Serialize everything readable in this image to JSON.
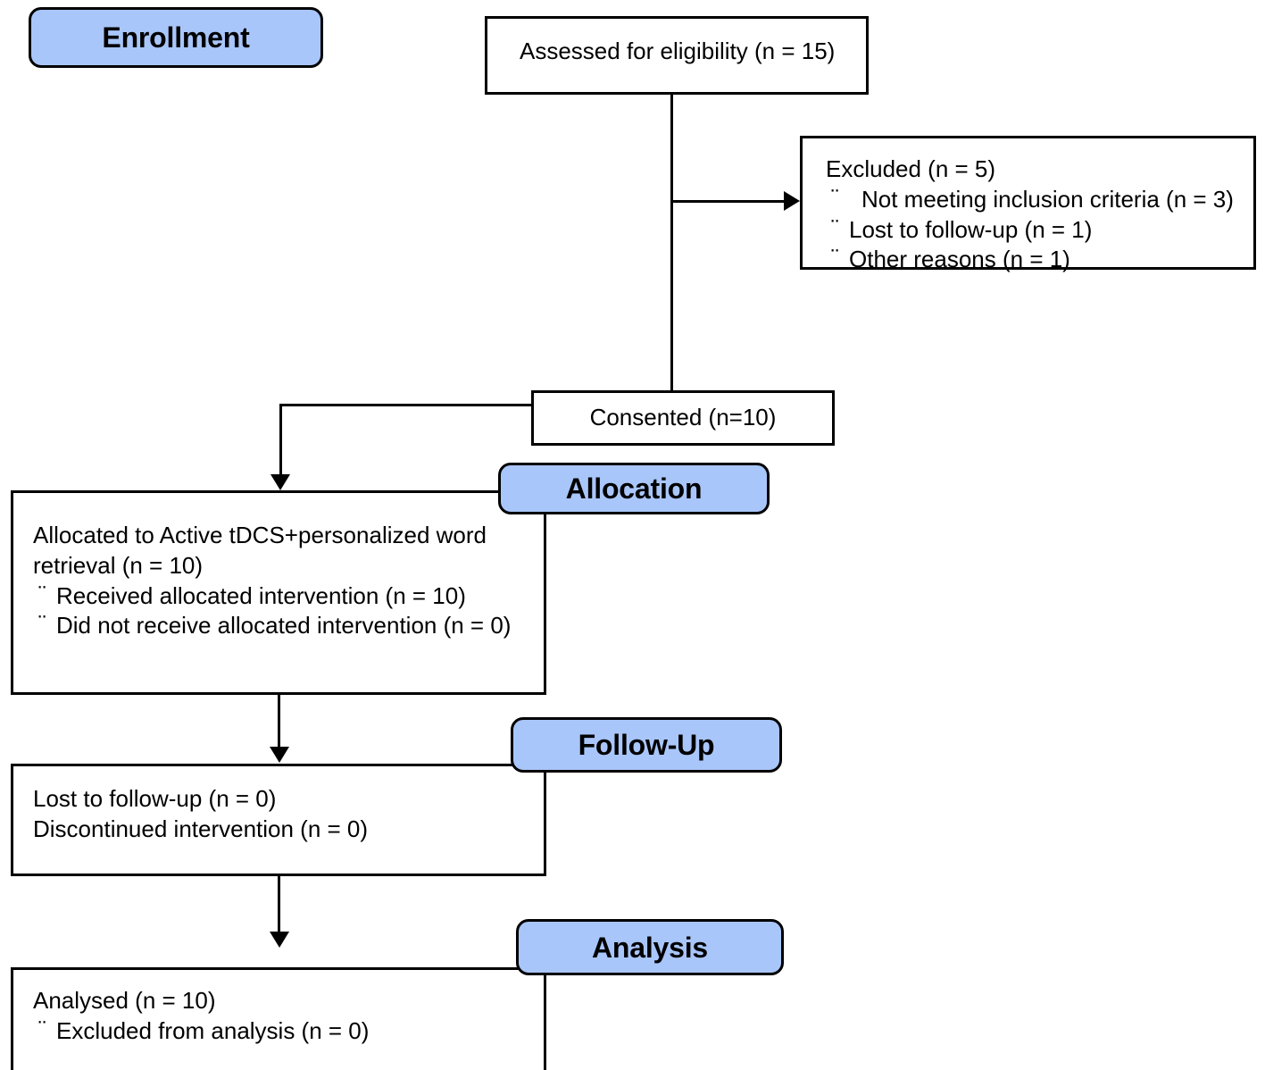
{
  "diagram": {
    "title": "CONSORT participant flow diagram",
    "type": "flowchart",
    "colors": {
      "badge_fill": "#a9c6fa",
      "badge_border": "#000000",
      "box_fill": "#ffffff",
      "box_border": "#000000",
      "text": "#000000"
    }
  },
  "stages": {
    "enrollment": {
      "label": "Enrollment"
    },
    "allocation": {
      "label": "Allocation"
    },
    "followup": {
      "label": "Follow-Up"
    },
    "analysis": {
      "label": "Analysis"
    }
  },
  "boxes": {
    "assessed": {
      "text": "Assessed for eligibility (n = 15)"
    },
    "excluded": {
      "heading": "Excluded (n = 5)",
      "bullet_glyph": "¨",
      "items": [
        "Not meeting inclusion criteria (n = 3)",
        "Lost to follow-up (n = 1)",
        "Other reasons (n = 1)"
      ]
    },
    "consented": {
      "text": "Consented (n=10)"
    },
    "allocated": {
      "heading": "Allocated to Active tDCS+personalized word retrieval (n = 10)",
      "bullet_glyph": "¨",
      "items": [
        "Received allocated intervention (n = 10)",
        "Did not receive allocated intervention (n = 0)"
      ]
    },
    "followup_box": {
      "lines": [
        "Lost to follow-up (n = 0)",
        "Discontinued intervention (n = 0)"
      ]
    },
    "analysis_box": {
      "heading": "Analysed (n = 10)",
      "bullet_glyph": "¨",
      "items": [
        "Excluded from analysis (n = 0)"
      ]
    }
  }
}
